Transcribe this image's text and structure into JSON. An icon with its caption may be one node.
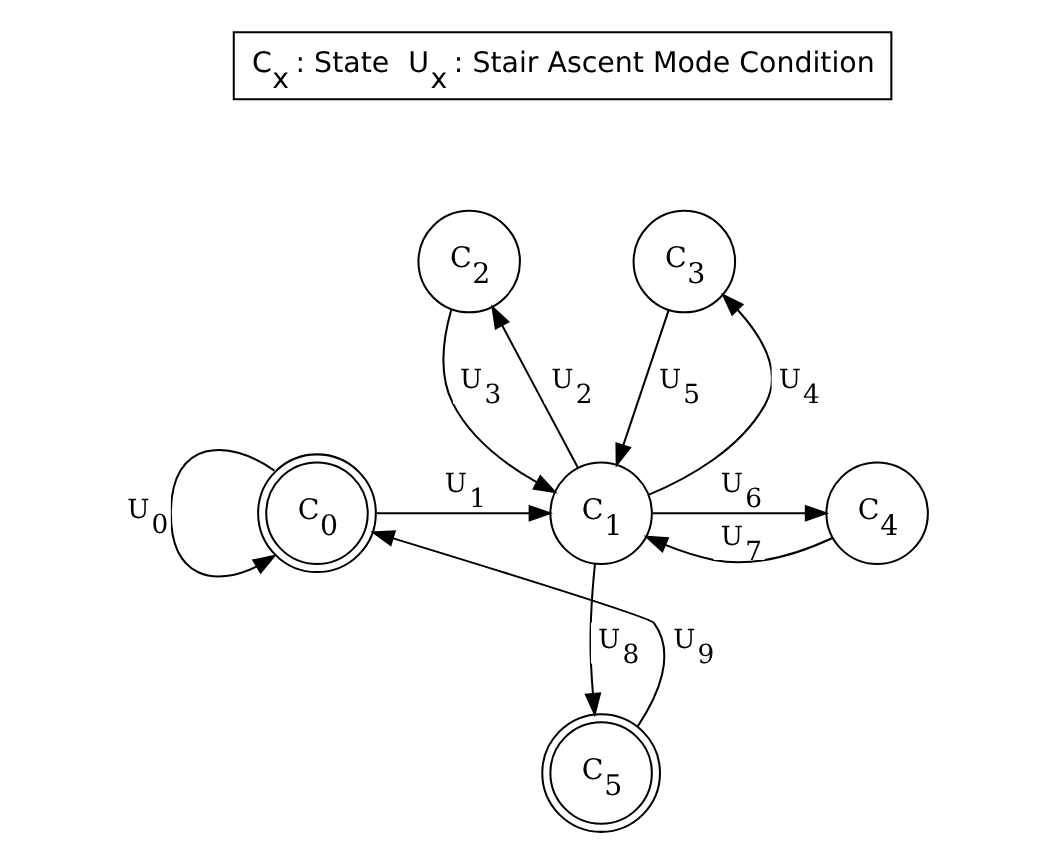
{
  "diagram": {
    "nodes": [
      {
        "text": [
          "C$_{0}$"
        ]
      },
      {
        "text": [
          "C$_{1}$"
        ]
      },
      {
        "text": [
          "C$_{2}$"
        ]
      },
      {
        "text": [
          "C$_{3}$"
        ]
      },
      {
        "text": [
          "C$_{4}$"
        ]
      },
      {
        "text": [
          "C$_{5}$"
        ]
      }
    ],
    "edges": [
      {
        "from": 0,
        "to": 0,
        "arrow": "to",
        "label": "U$_{0}$"
      },
      {
        "from": 0,
        "to": 1,
        "arrow": "to",
        "label": "U$_{1}$"
      },
      {
        "from": 1,
        "to": 2,
        "arrow": "to",
        "label": "U$_{2}$"
      },
      {
        "from": 2,
        "to": 1,
        "arrow": "to",
        "label": "U$_{3}$"
      },
      {
        "from": 1,
        "to": 3,
        "arrow": "to",
        "label": "U$_{4}$"
      },
      {
        "from": 3,
        "to": 1,
        "arrow": "to",
        "label": "U$_{5}$"
      },
      {
        "from": 1,
        "to": 4,
        "arrow": "to",
        "label": "U$_{6}$"
      },
      {
        "from": 4,
        "to": 1,
        "arrow": "to",
        "label": "U$_{7}$"
      },
      {
        "from": 1,
        "to": 5,
        "arrow": "to",
        "label": "U$_{8}$"
      },
      {
        "from": 5,
        "to": 0,
        "arrow": "to",
        "label": "U$_{9}$"
      }
    ],
    "labels": [
      "C$_{x}$ : State",
      "U$_{x}$ : Stair Ascent Mode Condition"
    ]
  }
}
